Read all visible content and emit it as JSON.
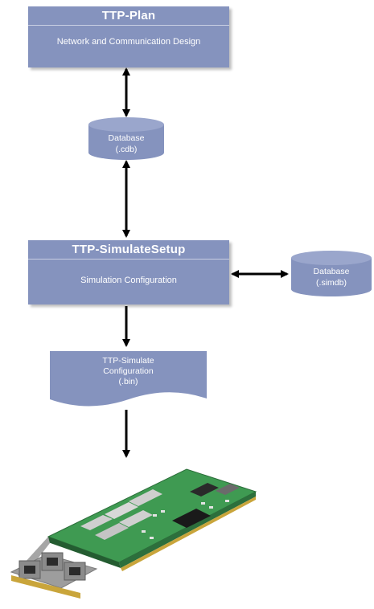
{
  "tools": {
    "plan": {
      "title": "TTP-Plan",
      "subtitle": "Network and Communication Design"
    },
    "setup": {
      "title": "TTP-SimulateSetup",
      "subtitle": "Simulation Configuration"
    }
  },
  "databases": {
    "cdb": {
      "line1": "Database",
      "line2": "(.cdb)"
    },
    "simdb": {
      "line1": "Database",
      "line2": "(.simdb)"
    }
  },
  "output_file": {
    "line1": "TTP-Simulate",
    "line2": "Configuration",
    "line3": "(.bin)"
  },
  "colors": {
    "box_fill": "#8593be",
    "arrow": "#000000",
    "board_pcb": "#3f9a52"
  },
  "hardware": {
    "icon": "pcb-board-icon"
  }
}
